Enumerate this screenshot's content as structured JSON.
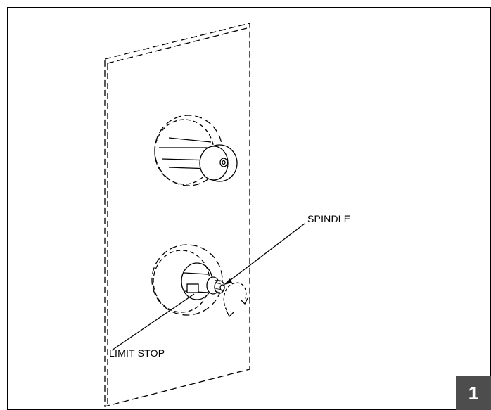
{
  "labels": {
    "spindle": "SPINDLE",
    "limit_stop": "LIMIT STOP"
  },
  "figure_number": "1",
  "colors": {
    "line": "#000000",
    "badge_bg": "#4d4d4d",
    "badge_text": "#ffffff"
  }
}
